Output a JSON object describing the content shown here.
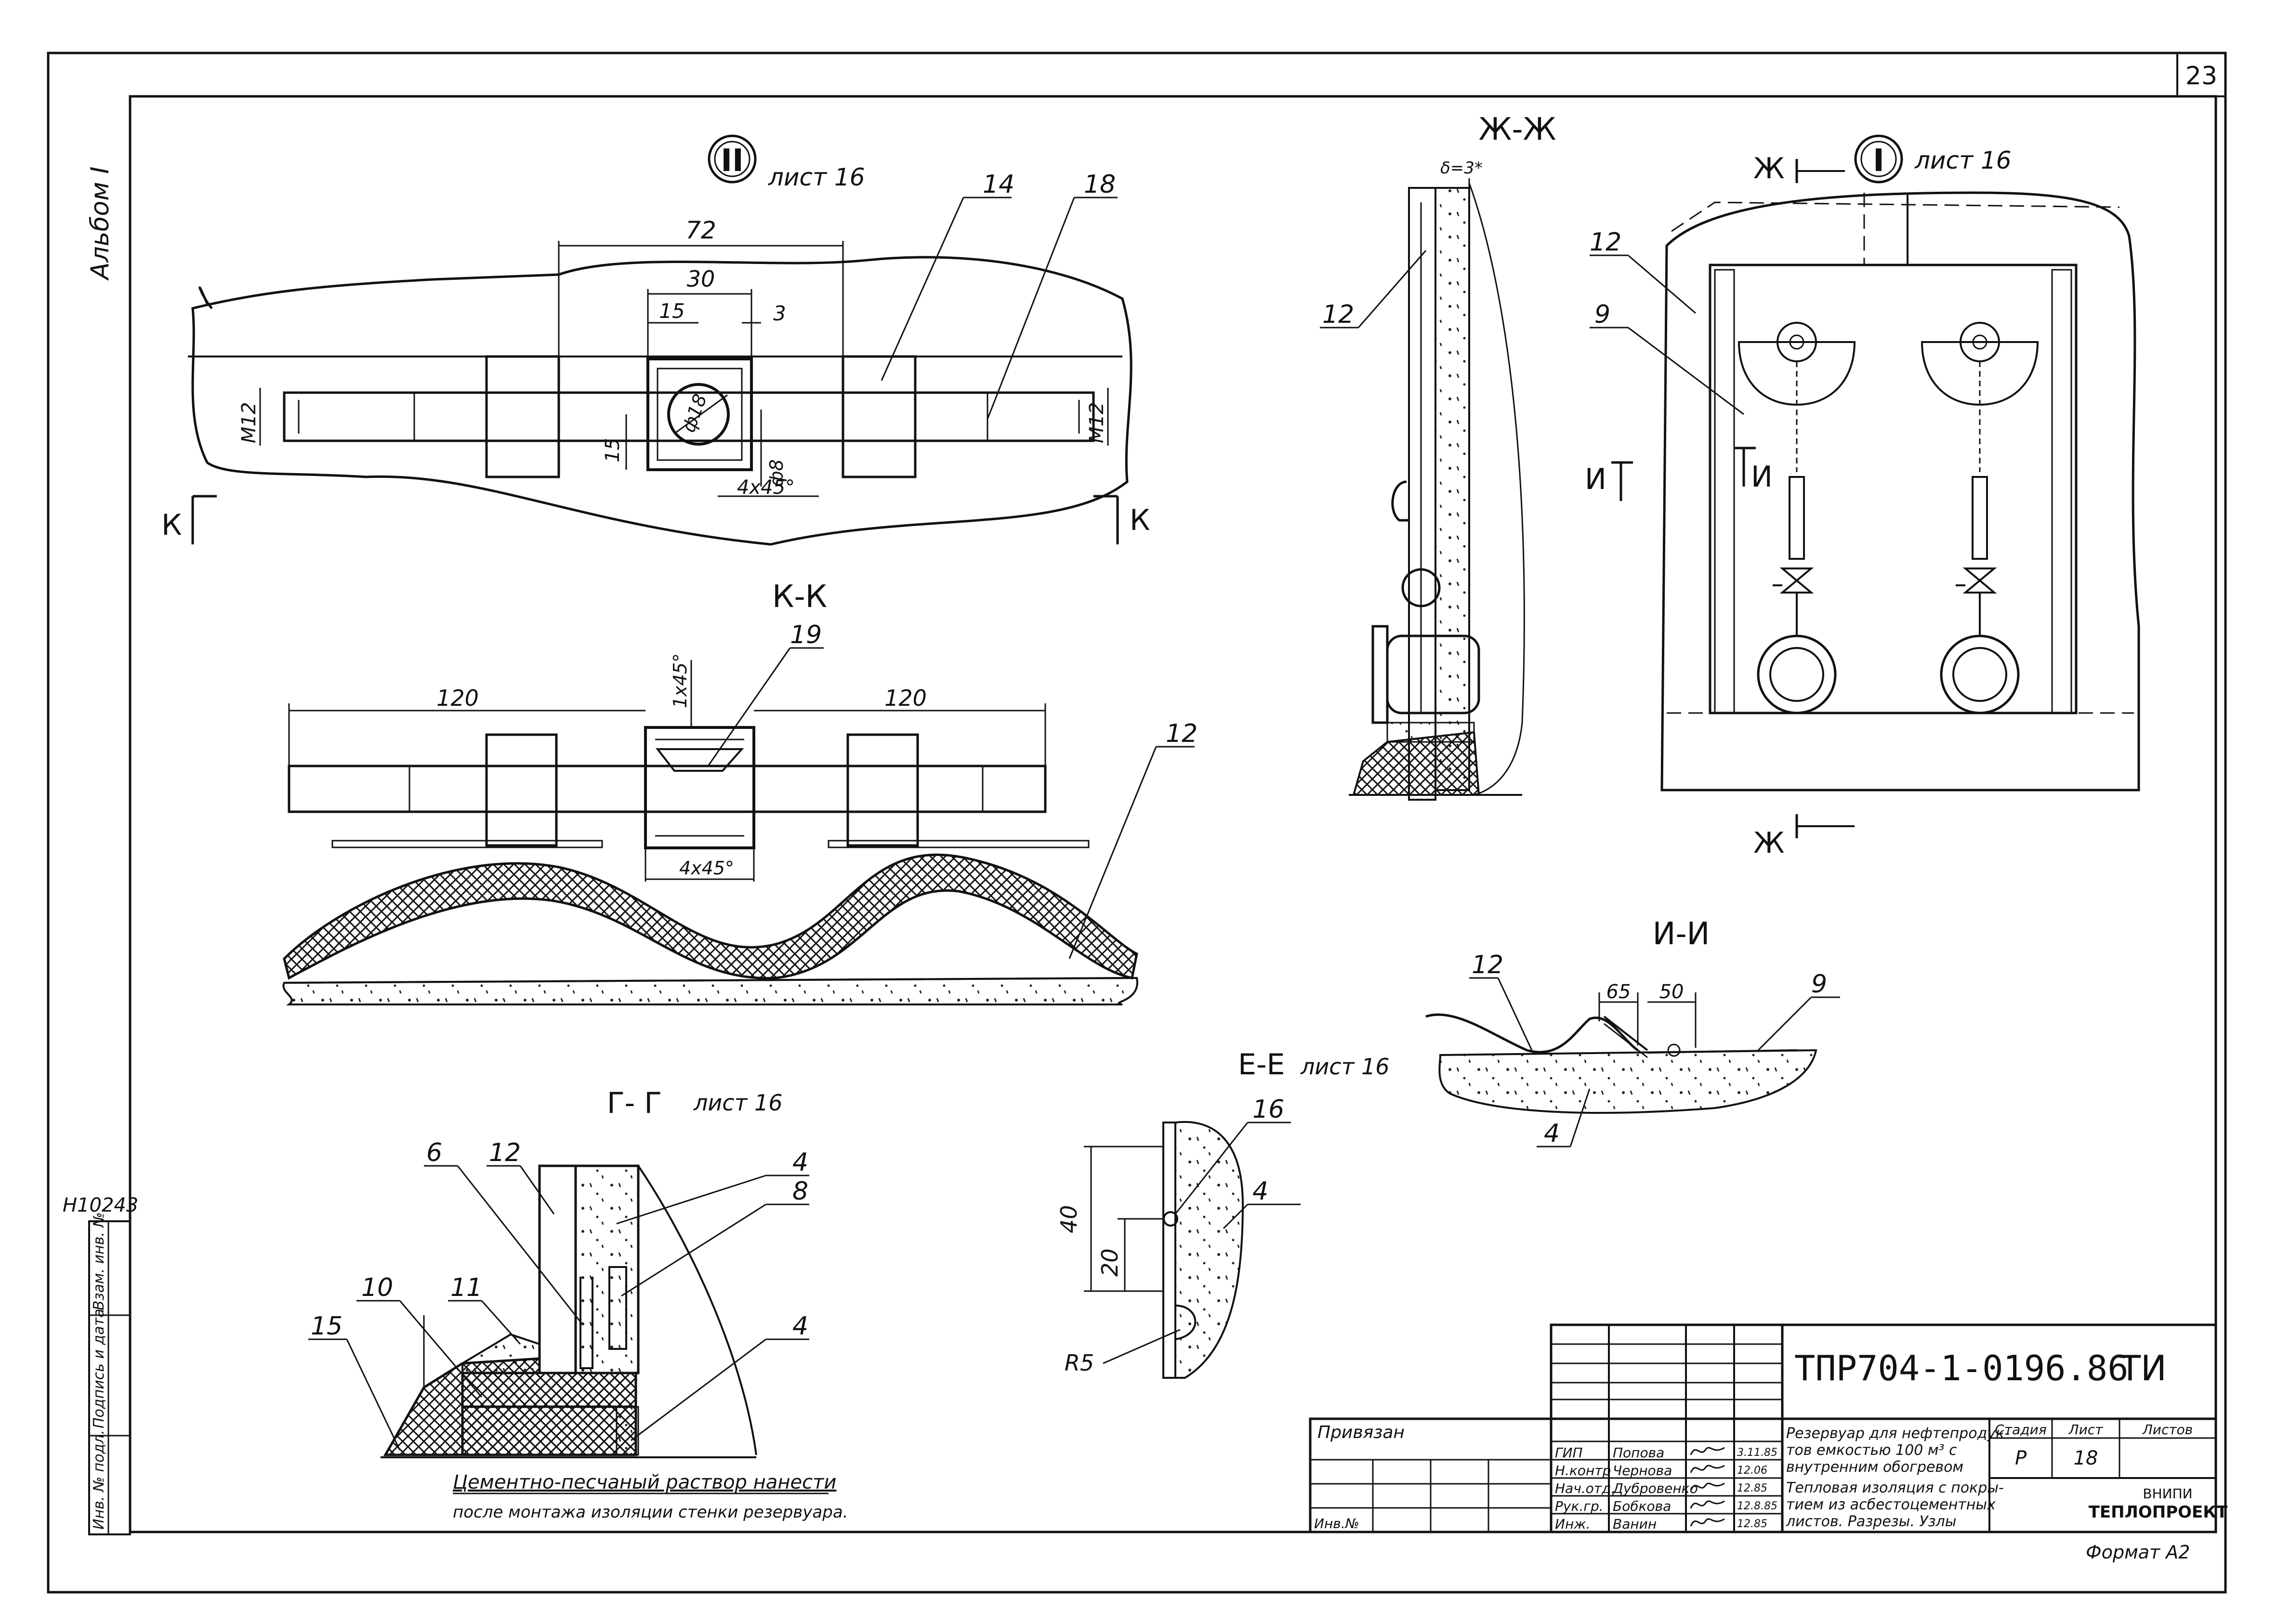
{
  "sheet": {
    "sheet_number": "23",
    "album_label": "Альбом I",
    "inventory_code": "Н10243",
    "side_stamp": [
      "Инв. № подл.",
      "Подпись и дата",
      "Взам. инв. №"
    ]
  },
  "views": {
    "node2": {
      "marker": "II",
      "ref": "лист 16",
      "section_left": "К",
      "section_right": "К",
      "dims": {
        "d72": "72",
        "d30": "30",
        "d15": "15",
        "d3": "3",
        "phi18": "ф18",
        "phi8": "ф8",
        "d15v": "15",
        "chamfer": "4х45°",
        "m12a": "М12",
        "m12b": "М12"
      },
      "callouts": {
        "c14": "14",
        "c18": "18"
      }
    },
    "kk": {
      "title": "К-К",
      "dims": {
        "l120": "120",
        "r120": "120",
        "ch1": "1х45°",
        "ch2": "4х45°"
      },
      "callouts": {
        "c19": "19",
        "c12": "12"
      }
    },
    "zhzh": {
      "title": "Ж-Ж",
      "dim": "δ=3*",
      "callouts": {
        "c12": "12"
      }
    },
    "node1": {
      "marker": "I",
      "ref": "лист 16",
      "cut_top": "Ж",
      "cut_bottom": "Ж",
      "side_left": "И",
      "side_right": "И",
      "callouts": {
        "c12": "12",
        "c9": "9"
      }
    },
    "ii": {
      "title": "И-И",
      "dims": {
        "d65": "65",
        "d50": "50"
      },
      "callouts": {
        "c12": "12",
        "c9": "9",
        "c4": "4"
      }
    },
    "ee": {
      "title": "Е-Е",
      "ref": "лист 16",
      "dims": {
        "d40": "40",
        "d20": "20",
        "r5": "R5"
      },
      "callouts": {
        "c16": "16",
        "c4": "4"
      }
    },
    "gg": {
      "title": "Г- Г",
      "ref": "лист 16",
      "callouts": {
        "c6": "6",
        "c12": "12",
        "c4a": "4",
        "c8": "8",
        "c10": "10",
        "c11": "11",
        "c15": "15",
        "c4b": "4"
      },
      "note_line1": "Цементно-песчаный раствор нанести",
      "note_line2": "после монтажа изоляции стенки резервуара."
    }
  },
  "title_block": {
    "code": "ТПР704-1-0196.86",
    "mark": "ТИ",
    "privyazan": "Привязан",
    "inv_label": "Инв.№",
    "roles": [
      "ГИП",
      "Н.контр",
      "Нач.отд.",
      "Рук.гр.",
      "Инж."
    ],
    "names": [
      "Попова",
      "Чернова",
      "Дубровенко",
      "Бобкова",
      "Ванин"
    ],
    "dates": [
      "3.11.85",
      "12.06",
      "12.85",
      "12.8.85",
      "12.85"
    ],
    "description": [
      "Резервуар для нефтепродук-",
      "тов емкостью 100 м³ с",
      "внутренним обогревом",
      "Тепловая изоляция с покры-",
      "тием из асбестоцементных",
      "листов. Разрезы. Узлы"
    ],
    "col_stage": "Стадия",
    "col_sheet": "Лист",
    "col_sheets": "Листов",
    "stage": "Р",
    "sheet": "18",
    "org_line1": "ВНИПИ",
    "org_line2": "ТЕПЛОПРОЕКТ",
    "format": "Формат А2"
  }
}
